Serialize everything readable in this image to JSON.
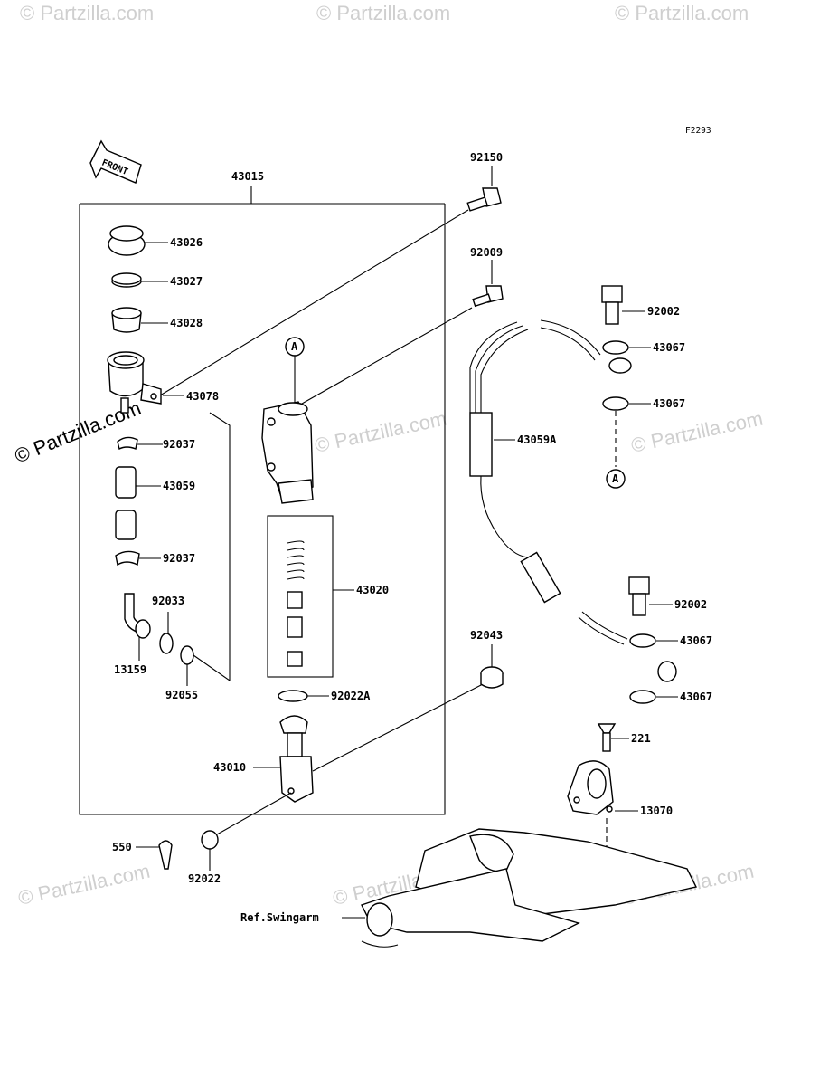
{
  "figure_code": "F2293",
  "front_label": "FRONT",
  "ref_label": "Ref.Swingarm",
  "callout_letter": "A",
  "watermark": "© Partzilla.com",
  "parts": {
    "p43015": "43015",
    "p92150": "92150",
    "p92009": "92009",
    "p43026": "43026",
    "p43027": "43027",
    "p43028": "43028",
    "p43078": "43078",
    "p92037a": "92037",
    "p43059": "43059",
    "p92037b": "92037",
    "p92033": "92033",
    "p13159": "13159",
    "p92055": "92055",
    "p43020": "43020",
    "p92022A": "92022A",
    "p43010": "43010",
    "p92022": "92022",
    "p550": "550",
    "p92043": "92043",
    "p92002a": "92002",
    "p43067a": "43067",
    "p43067b": "43067",
    "p43059A": "43059A",
    "p92002b": "92002",
    "p43067c": "43067",
    "p43067d": "43067",
    "p221": "221",
    "p13070": "13070"
  }
}
